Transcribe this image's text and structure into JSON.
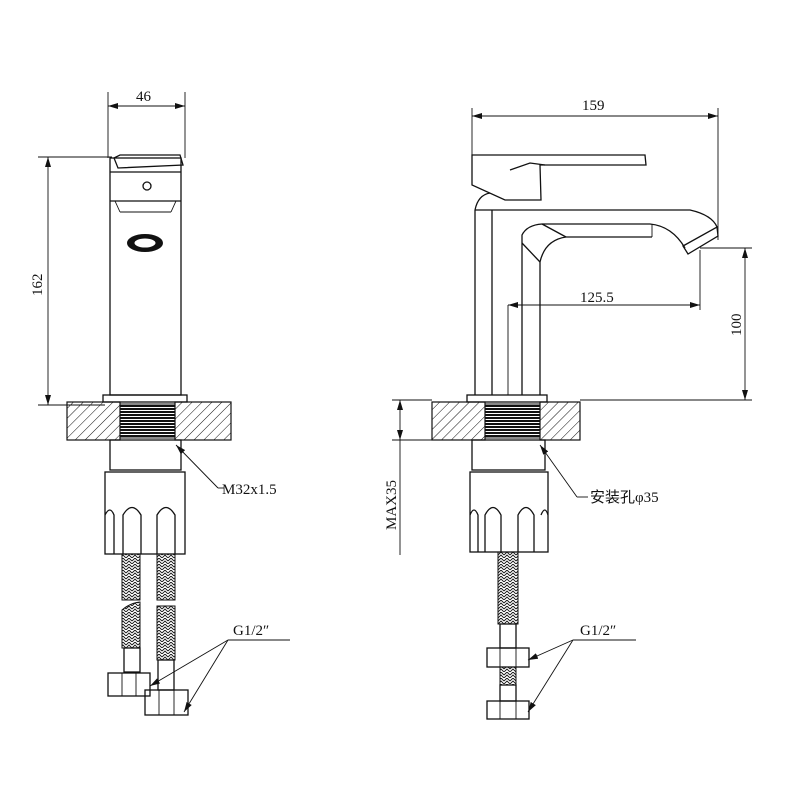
{
  "front_view": {
    "width_dim": "46",
    "height_dim": "162",
    "thread_label": "M32x1.5",
    "hose_thread_label": "G1/2″"
  },
  "side_view": {
    "length_dim": "159",
    "reach_dim": "125.5",
    "spout_height_dim": "100",
    "deck_thickness_dim": "MAX35",
    "hole_label": "安装孔φ35",
    "hose_thread_label": "G1/2″"
  },
  "colors": {
    "line": "#111111",
    "background": "#ffffff"
  }
}
